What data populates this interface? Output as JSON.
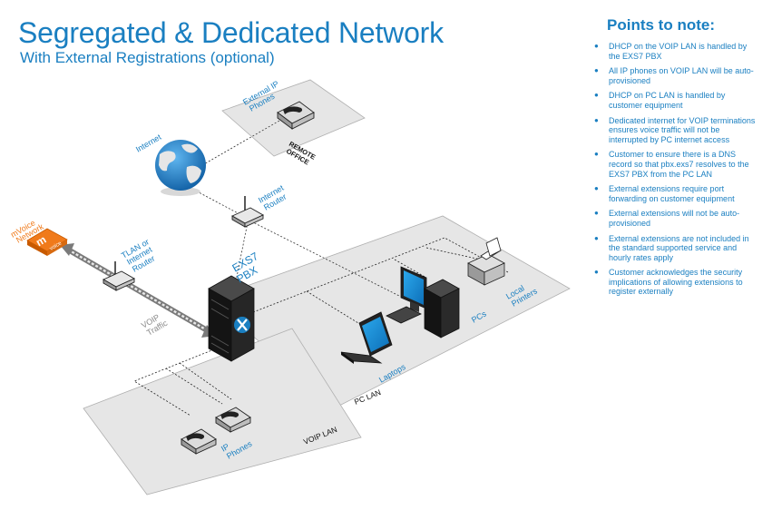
{
  "title": "Segregated & Dedicated Network",
  "subtitle": "With External Registrations (optional)",
  "notes": {
    "heading": "Points to note:",
    "items": [
      "DHCP on the VOIP LAN is handled by the EXS7 PBX",
      "All IP phones on VOIP LAN will be auto-provisioned",
      "DHCP on PC LAN is handled by customer equipment",
      "Dedicated internet for VOIP terminations ensures voice traffic will not be interrupted by PC internet access",
      "Customer to ensure there is a DNS record so that pbx.exs7 resolves to the EXS7 PBX from the PC LAN",
      "External extensions require port forwarding on customer equipment",
      "External extensions will not be auto-provisioned",
      "External extensions are not included in the standard supported service and hourly rates apply",
      "Customer acknowledges the security implications of allowing extensions to register externally"
    ]
  },
  "labels": {
    "internet": "Internet",
    "external_phones": [
      "External IP",
      "Phones"
    ],
    "remote_office": [
      "REMOTE",
      "OFFICE"
    ],
    "internet_router": [
      "Internet",
      "Router"
    ],
    "mvoice_network": [
      "mVoice",
      "Network"
    ],
    "mvoice_logo": "voice",
    "tlan_router": [
      "TLAN or",
      "Internet",
      "Router"
    ],
    "voip_traffic": [
      "VOIP",
      "Traffic"
    ],
    "pbx": [
      "EXS7",
      "PBX"
    ],
    "laptops": "Laptops",
    "pcs": "PCs",
    "local_printers": [
      "Local",
      "Printers"
    ],
    "pc_lan": "PC LAN",
    "ip_phones": [
      "IP",
      "Phones"
    ],
    "voip_lan": "VOIP LAN"
  },
  "colors": {
    "accent": "#1a7fc1",
    "mvoice_orange": "#f07a1a",
    "zone_fill": "#e6e6e6",
    "zone_stroke": "#a8a8a8"
  }
}
